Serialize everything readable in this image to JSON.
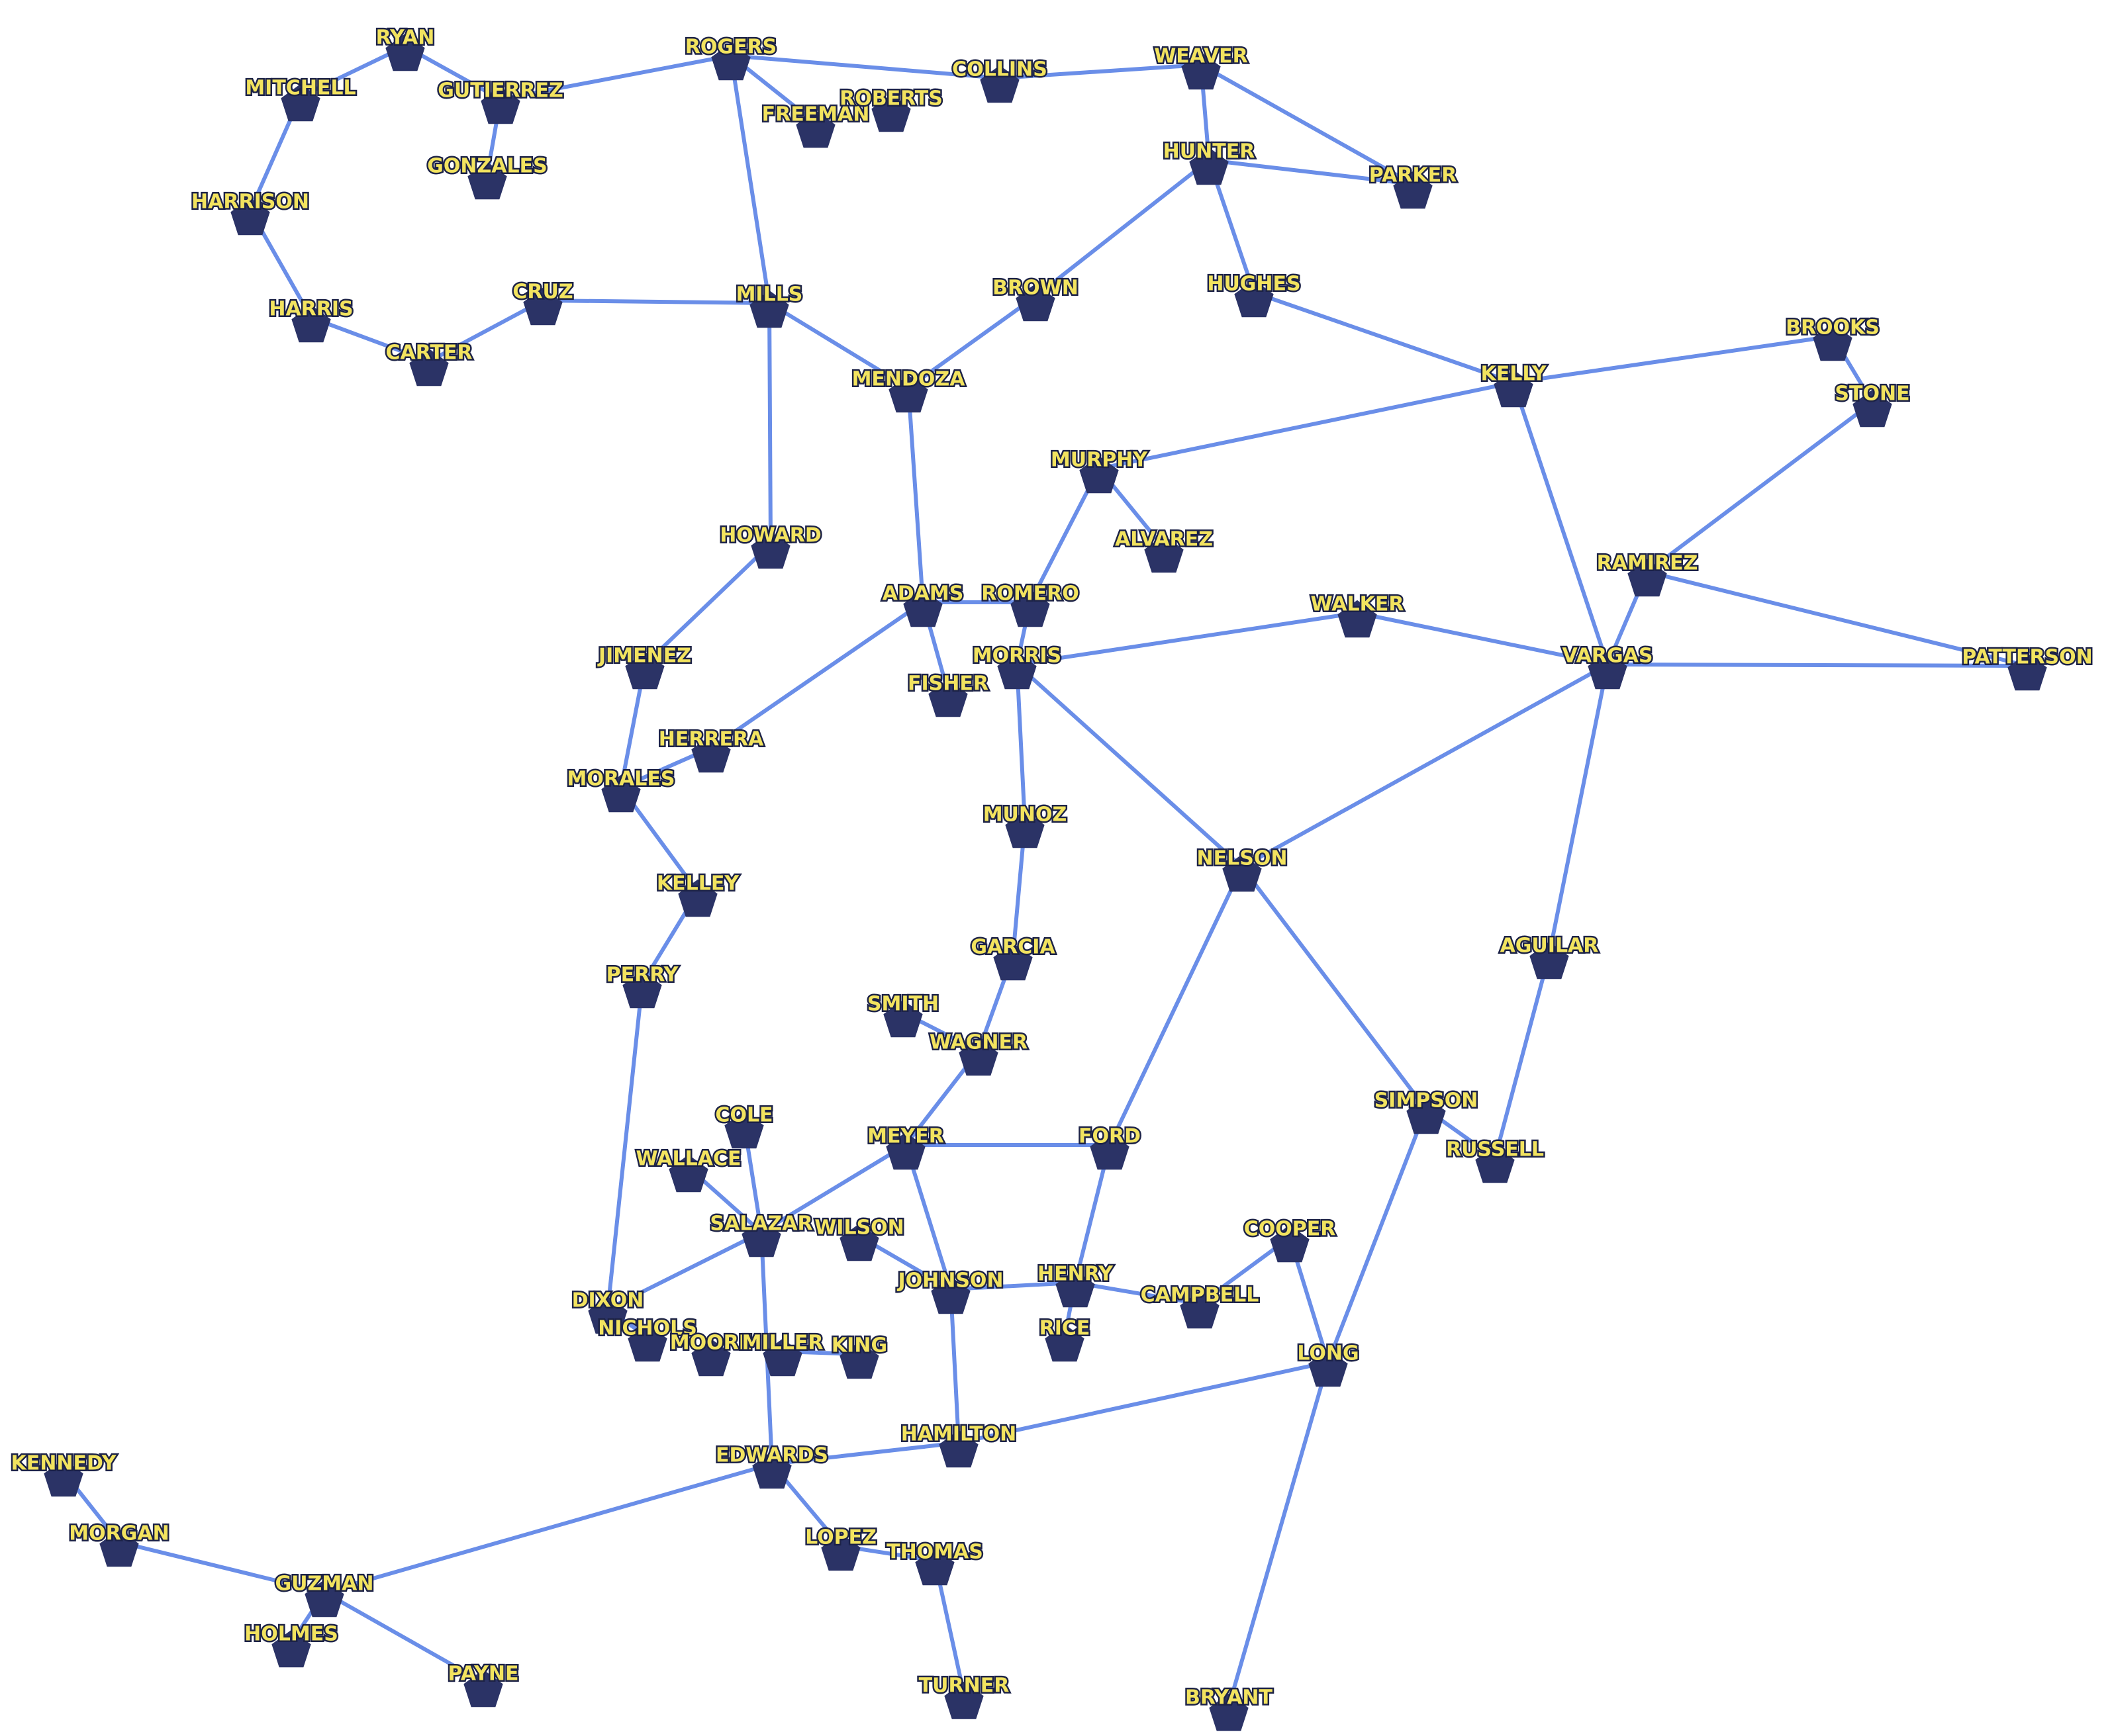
{
  "graph": {
    "colors": {
      "edge": "#6a8ee8",
      "node": "#2b3366",
      "label": "#f2e35f",
      "label_outline": "#1c2247",
      "background": "#ffffff"
    },
    "node_shape": "pentagon",
    "nodes": [
      "RYAN",
      "MITCHELL",
      "GUTIERREZ",
      "GONZALES",
      "HARRISON",
      "HARRIS",
      "CARTER",
      "CRUZ",
      "ROGERS",
      "FREEMAN",
      "ROBERTS",
      "COLLINS",
      "WEAVER",
      "HUNTER",
      "PARKER",
      "MILLS",
      "BROWN",
      "HUGHES",
      "MENDOZA",
      "KELLY",
      "BROOKS",
      "STONE",
      "MURPHY",
      "ALVAREZ",
      "RAMIREZ",
      "HOWARD",
      "ADAMS",
      "ROMERO",
      "WALKER",
      "JIMENEZ",
      "FISHER",
      "MORRIS",
      "VARGAS",
      "PATTERSON",
      "HERRERA",
      "MORALES",
      "MUNOZ",
      "NELSON",
      "KELLEY",
      "GARCIA",
      "AGUILAR",
      "PERRY",
      "SMITH",
      "WAGNER",
      "SIMPSON",
      "RUSSELL",
      "COLE",
      "MEYER",
      "FORD",
      "WALLACE",
      "SALAZAR",
      "WILSON",
      "COOPER",
      "JOHNSON",
      "HENRY",
      "DIXON",
      "CAMPBELL",
      "NICHOLS",
      "MOORE",
      "MILLER",
      "KING",
      "RICE",
      "LONG",
      "HAMILTON",
      "EDWARDS",
      "KENNEDY",
      "MORGAN",
      "LOPEZ",
      "THOMAS",
      "GUZMAN",
      "HOLMES",
      "PAYNE",
      "TURNER",
      "BRYANT"
    ],
    "edges": [
      [
        "RYAN",
        "MITCHELL"
      ],
      [
        "RYAN",
        "GUTIERREZ"
      ],
      [
        "MITCHELL",
        "HARRISON"
      ],
      [
        "HARRISON",
        "HARRIS"
      ],
      [
        "HARRIS",
        "CARTER"
      ],
      [
        "CARTER",
        "CRUZ"
      ],
      [
        "CRUZ",
        "MILLS"
      ],
      [
        "GUTIERREZ",
        "GONZALES"
      ],
      [
        "GUTIERREZ",
        "ROGERS"
      ],
      [
        "ROGERS",
        "FREEMAN"
      ],
      [
        "ROGERS",
        "COLLINS"
      ],
      [
        "ROGERS",
        "MILLS"
      ],
      [
        "COLLINS",
        "WEAVER"
      ],
      [
        "WEAVER",
        "HUNTER"
      ],
      [
        "WEAVER",
        "PARKER"
      ],
      [
        "HUNTER",
        "PARKER"
      ],
      [
        "HUNTER",
        "BROWN"
      ],
      [
        "HUNTER",
        "HUGHES"
      ],
      [
        "HUGHES",
        "KELLY"
      ],
      [
        "BROWN",
        "MENDOZA"
      ],
      [
        "MILLS",
        "MENDOZA"
      ],
      [
        "MILLS",
        "HOWARD"
      ],
      [
        "MENDOZA",
        "ADAMS"
      ],
      [
        "KELLY",
        "BROOKS"
      ],
      [
        "BROOKS",
        "STONE"
      ],
      [
        "KELLY",
        "MURPHY"
      ],
      [
        "KELLY",
        "VARGAS"
      ],
      [
        "STONE",
        "RAMIREZ"
      ],
      [
        "RAMIREZ",
        "VARGAS"
      ],
      [
        "RAMIREZ",
        "PATTERSON"
      ],
      [
        "VARGAS",
        "PATTERSON"
      ],
      [
        "MURPHY",
        "ALVAREZ"
      ],
      [
        "MURPHY",
        "ROMERO"
      ],
      [
        "ADAMS",
        "ROMERO"
      ],
      [
        "ADAMS",
        "FISHER"
      ],
      [
        "ADAMS",
        "HERRERA"
      ],
      [
        "ROMERO",
        "MORRIS"
      ],
      [
        "MORRIS",
        "WALKER"
      ],
      [
        "WALKER",
        "VARGAS"
      ],
      [
        "MORRIS",
        "MUNOZ"
      ],
      [
        "MORRIS",
        "NELSON"
      ],
      [
        "NELSON",
        "VARGAS"
      ],
      [
        "VARGAS",
        "AGUILAR"
      ],
      [
        "AGUILAR",
        "RUSSELL"
      ],
      [
        "HOWARD",
        "JIMENEZ"
      ],
      [
        "JIMENEZ",
        "MORALES"
      ],
      [
        "HERRERA",
        "MORALES"
      ],
      [
        "MORALES",
        "KELLEY"
      ],
      [
        "KELLEY",
        "PERRY"
      ],
      [
        "PERRY",
        "DIXON"
      ],
      [
        "MUNOZ",
        "GARCIA"
      ],
      [
        "GARCIA",
        "WAGNER"
      ],
      [
        "SMITH",
        "WAGNER"
      ],
      [
        "WAGNER",
        "MEYER"
      ],
      [
        "MEYER",
        "FORD"
      ],
      [
        "MEYER",
        "SALAZAR"
      ],
      [
        "MEYER",
        "JOHNSON"
      ],
      [
        "NELSON",
        "FORD"
      ],
      [
        "NELSON",
        "SIMPSON"
      ],
      [
        "SIMPSON",
        "RUSSELL"
      ],
      [
        "SIMPSON",
        "LONG"
      ],
      [
        "FORD",
        "HENRY"
      ],
      [
        "COLE",
        "SALAZAR"
      ],
      [
        "WALLACE",
        "SALAZAR"
      ],
      [
        "SALAZAR",
        "DIXON"
      ],
      [
        "SALAZAR",
        "EDWARDS"
      ],
      [
        "WILSON",
        "JOHNSON"
      ],
      [
        "JOHNSON",
        "HENRY"
      ],
      [
        "JOHNSON",
        "HAMILTON"
      ],
      [
        "HENRY",
        "RICE"
      ],
      [
        "HENRY",
        "CAMPBELL"
      ],
      [
        "CAMPBELL",
        "COOPER"
      ],
      [
        "COOPER",
        "LONG"
      ],
      [
        "LONG",
        "HAMILTON"
      ],
      [
        "LONG",
        "BRYANT"
      ],
      [
        "DIXON",
        "NICHOLS"
      ],
      [
        "MILLER",
        "KING"
      ],
      [
        "HAMILTON",
        "EDWARDS"
      ],
      [
        "EDWARDS",
        "LOPEZ"
      ],
      [
        "EDWARDS",
        "GUZMAN"
      ],
      [
        "LOPEZ",
        "THOMAS"
      ],
      [
        "THOMAS",
        "TURNER"
      ],
      [
        "KENNEDY",
        "MORGAN"
      ],
      [
        "MORGAN",
        "GUZMAN"
      ],
      [
        "GUZMAN",
        "HOLMES"
      ],
      [
        "GUZMAN",
        "PAYNE"
      ]
    ]
  }
}
